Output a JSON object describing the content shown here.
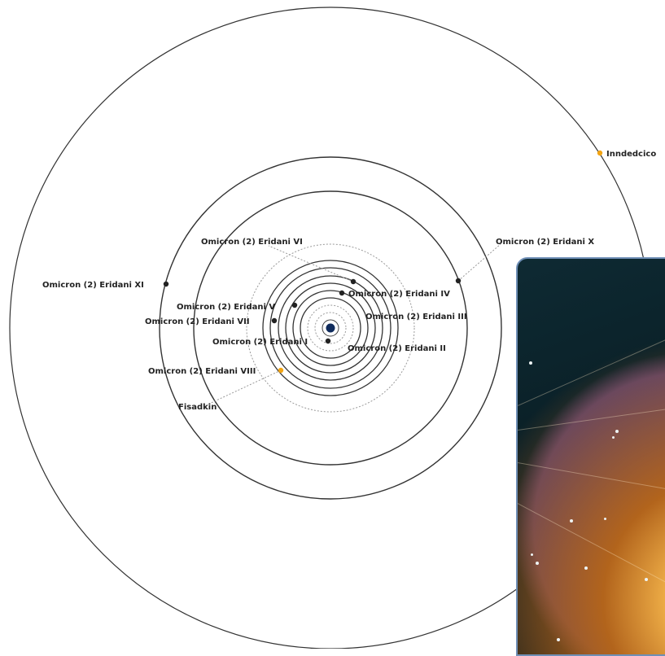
{
  "star": {
    "color": "#0f2b5c"
  },
  "colors": {
    "planet": "#222222",
    "highlight": "#f2a413",
    "orbit": "#333333",
    "dotted": "#9a9a9a"
  },
  "labels": {
    "p1": "Omicron (2) Eridani I",
    "p2": "Omicron (2) Eridani II",
    "p3": "Omicron (2) Eridani III",
    "p4": "Omicron (2) Eridani IV",
    "p5": "Omicron (2) Eridani V",
    "p6": "Omicron (2) Eridani VI",
    "p7": "Omicron (2) Eridani VII",
    "p8": "Omicron (2) Eridani VIII",
    "p10": "Omicron (2) Eridani X",
    "p11": "Omicron (2) Eridani XI",
    "fisadkin": "Fisadkin",
    "inndedcico": "Inndedcico"
  }
}
